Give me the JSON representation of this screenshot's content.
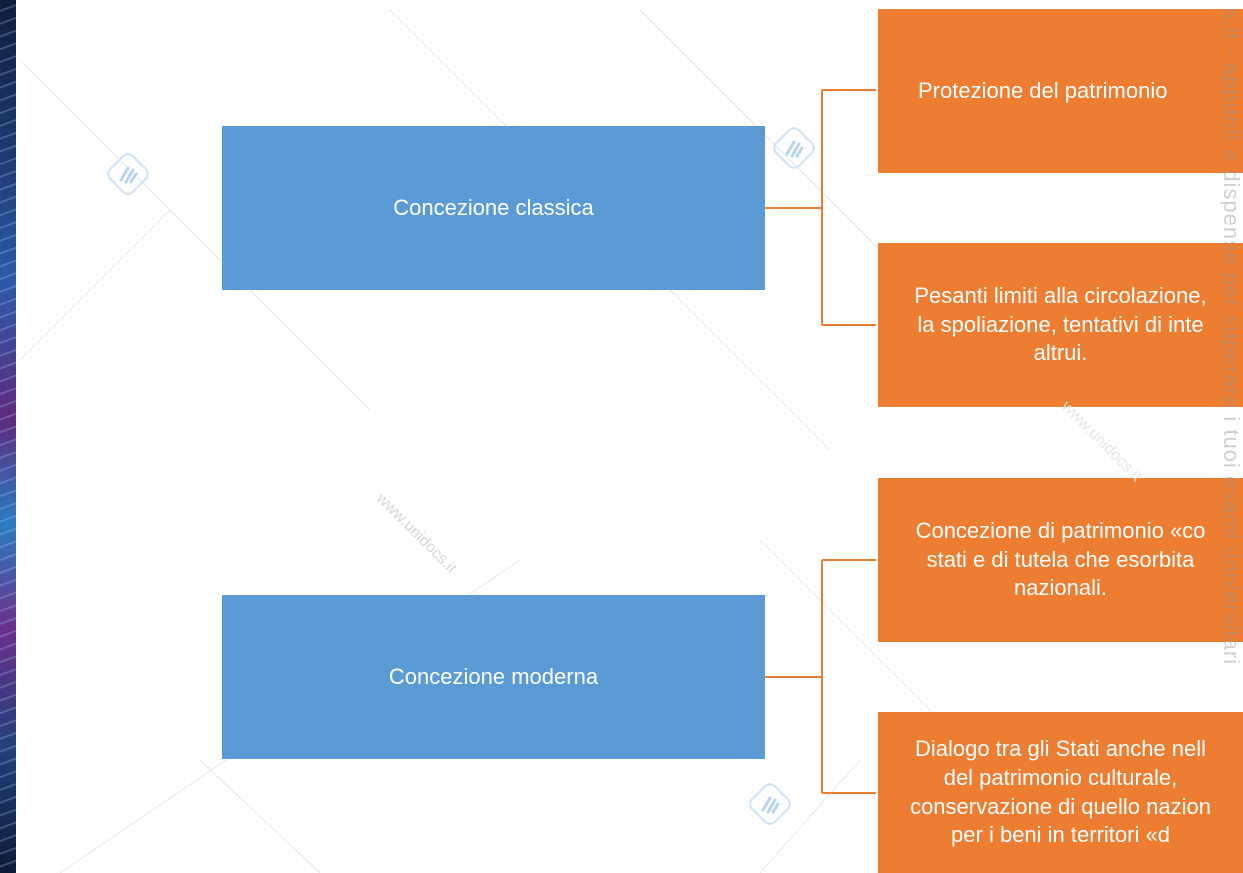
{
  "left_boxes": {
    "classic": "Concezione classica",
    "modern": "Concezione moderna"
  },
  "right_boxes": {
    "classic_1": "Protezione del patrimonio",
    "classic_2": "Pesanti limiti alla circolazione,\nla spoliazione, tentativi di inte\naltrui.",
    "modern_1": "Concezione di patrimonio «co\nstati e di tutela che esorbita\nnazionali.",
    "modern_2": "Dialogo tra gli Stati anche nell\ndel patrimonio culturale,\nconservazione di quello nazion\nper i beni in territori «d"
  },
  "watermark": {
    "site_1": "www.unidocs.it",
    "site_2": "www.unidocs.it",
    "vertical": "s.it - appunti e dispense per superare i tuoi esami universitari"
  },
  "colors": {
    "blue": "#5b9bd5",
    "orange": "#ed7d31",
    "connector": "#ed7d31"
  }
}
